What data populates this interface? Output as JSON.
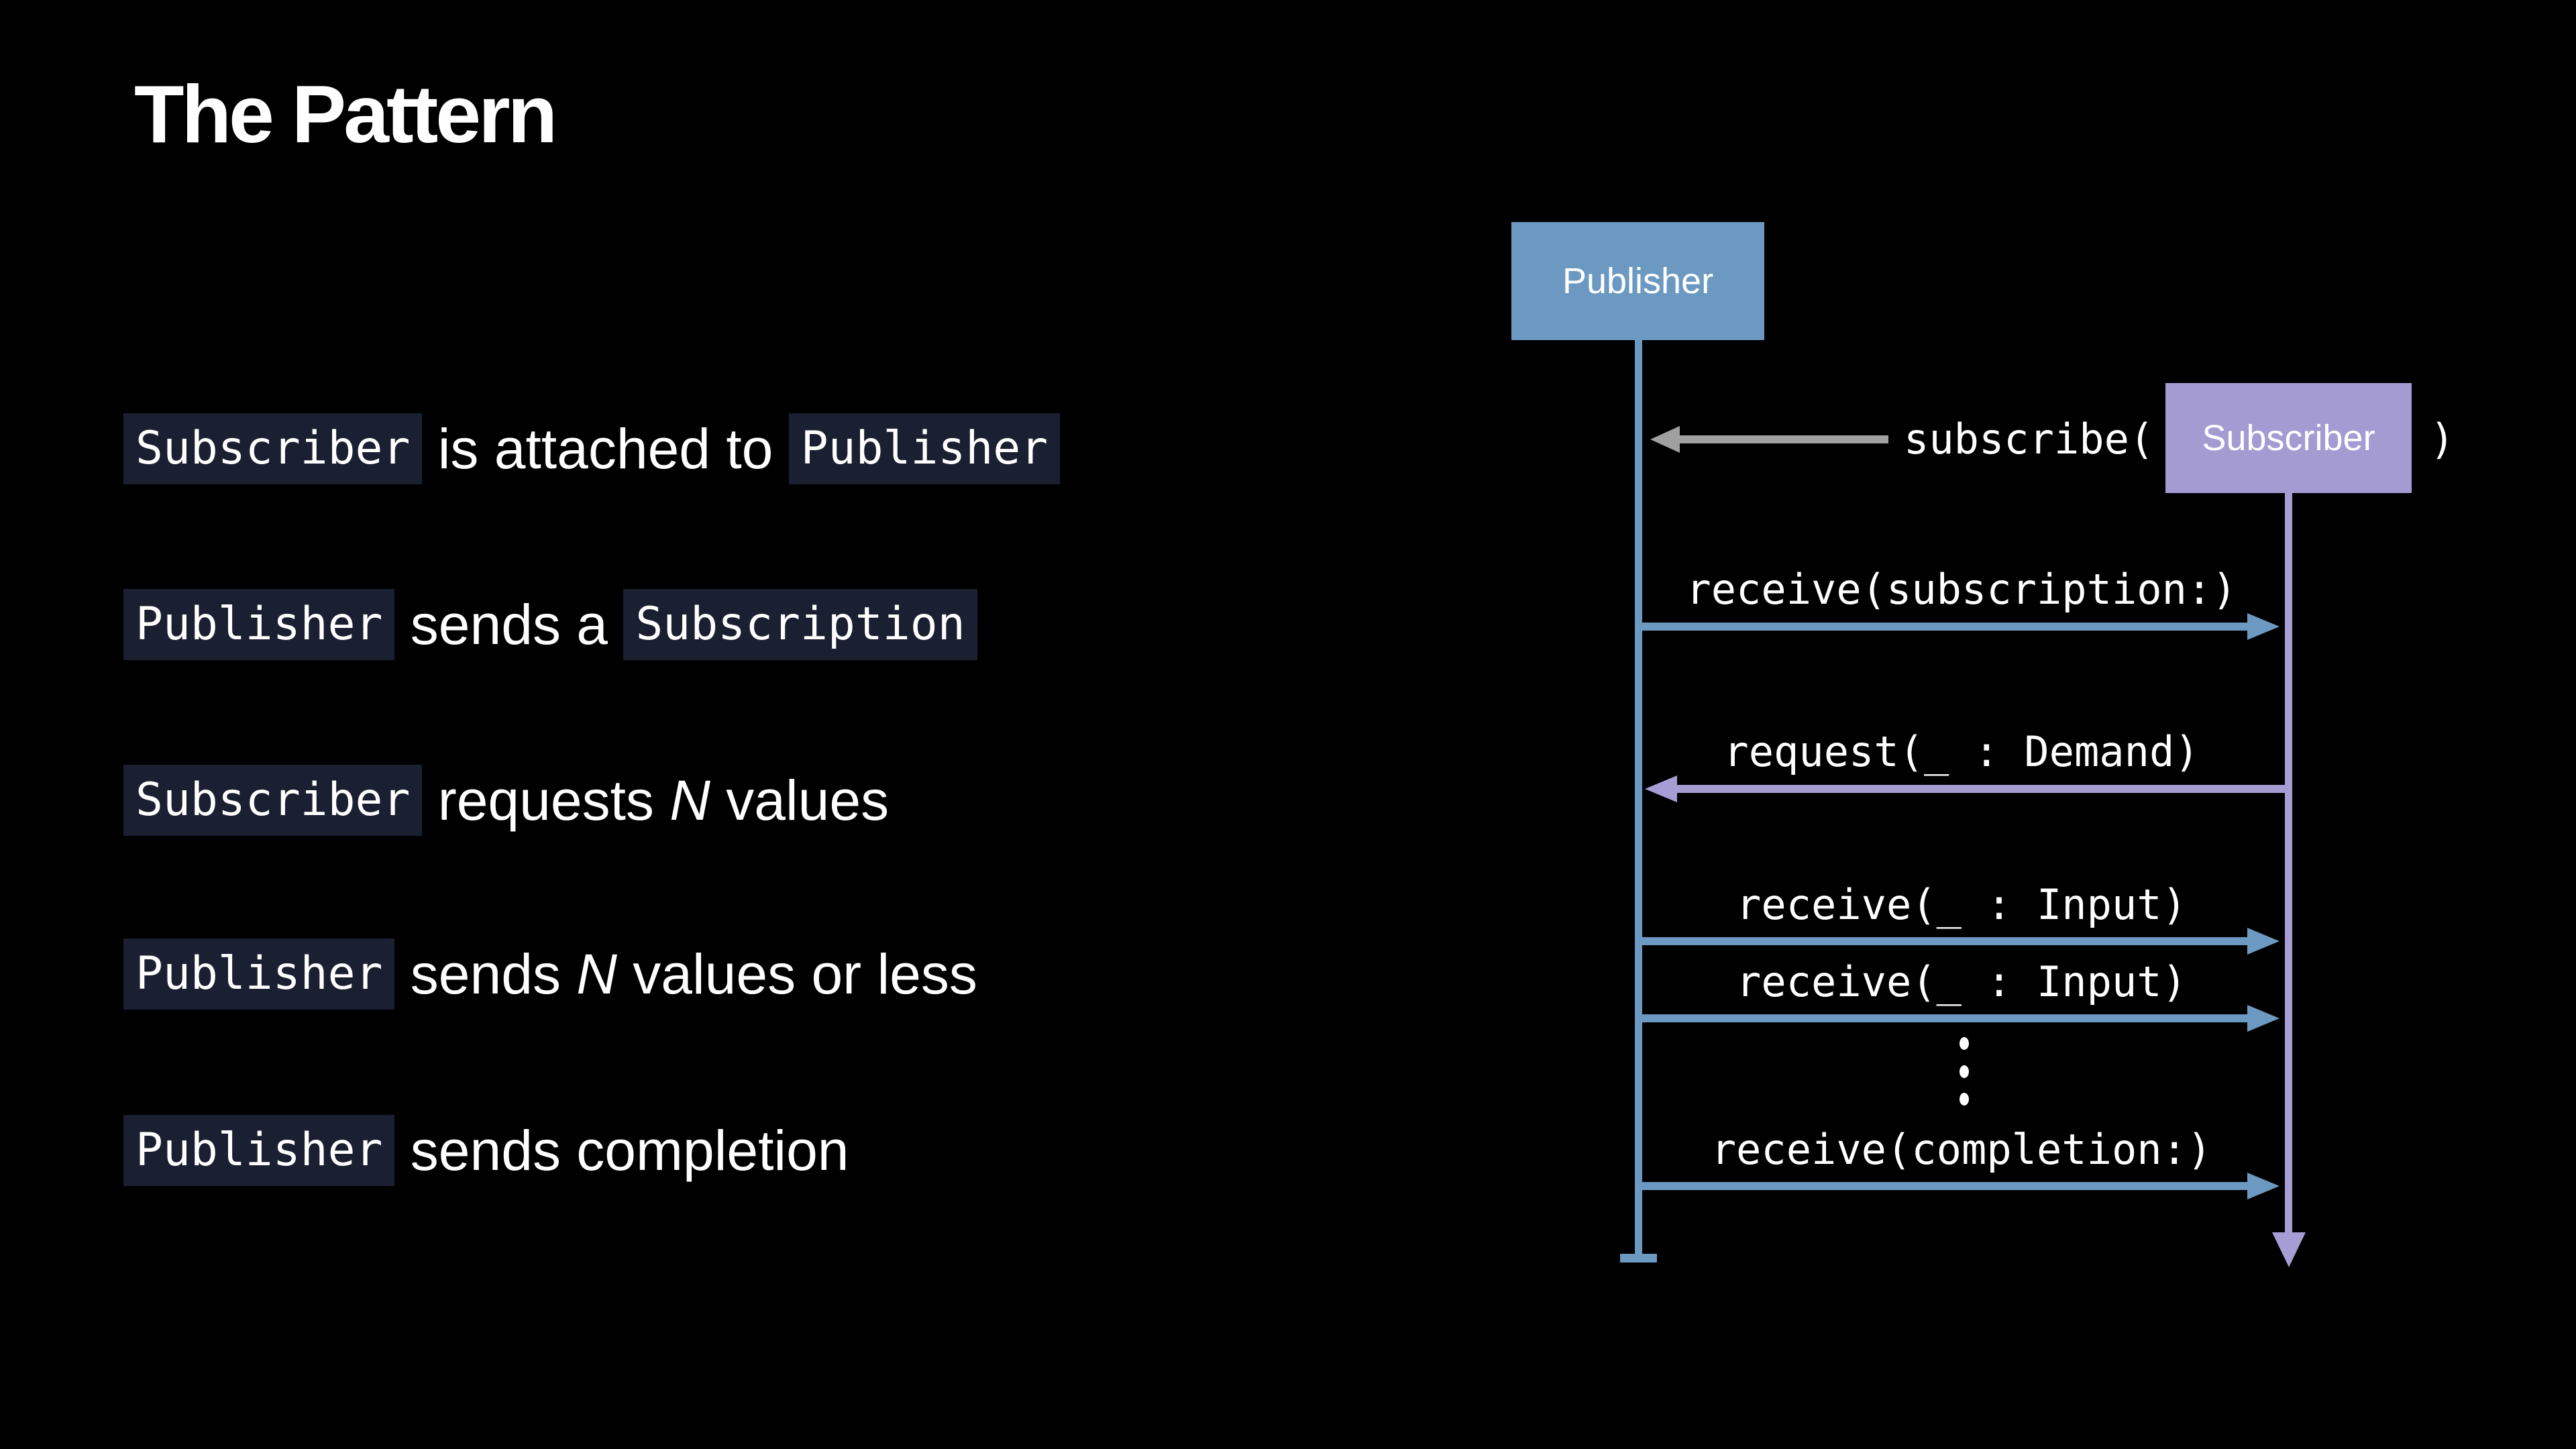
{
  "title": "The Pattern",
  "bullets": [
    {
      "code1": "Subscriber",
      "text1": " is attached to ",
      "code2": "Publisher"
    },
    {
      "code1": "Publisher",
      "text1": " sends a ",
      "code2": "Subscription"
    },
    {
      "code1": "Subscriber",
      "text1": " requests ",
      "italic": "N",
      "text2": " values"
    },
    {
      "code1": "Publisher",
      "text1": " sends ",
      "italic": "N",
      "text2": " values or less"
    },
    {
      "code1": "Publisher",
      "text1": " sends completion"
    }
  ],
  "diagram": {
    "publisher_label": "Publisher",
    "subscriber_label": "Subscriber",
    "subscribe_call": {
      "prefix": "subscribe(",
      "suffix": ")"
    },
    "messages": [
      {
        "label": "receive(subscription:)",
        "direction": "right",
        "color": "blue"
      },
      {
        "label": "request(_ : Demand)",
        "direction": "left",
        "color": "purple"
      },
      {
        "label": "receive(_ : Input)",
        "direction": "right",
        "color": "blue"
      },
      {
        "label": "receive(_ : Input)",
        "direction": "right",
        "color": "blue"
      },
      {
        "label": "receive(completion:)",
        "direction": "right",
        "color": "blue"
      }
    ],
    "colors": {
      "background": "#000000",
      "text": "#ffffff",
      "code_chip_bg": "#1a2031",
      "publisher_blue": "#6c99c1",
      "subscriber_purple": "#a49bd3",
      "subscriber_line": "#a69dd5",
      "gray_arrow": "#a0a0a0"
    }
  }
}
